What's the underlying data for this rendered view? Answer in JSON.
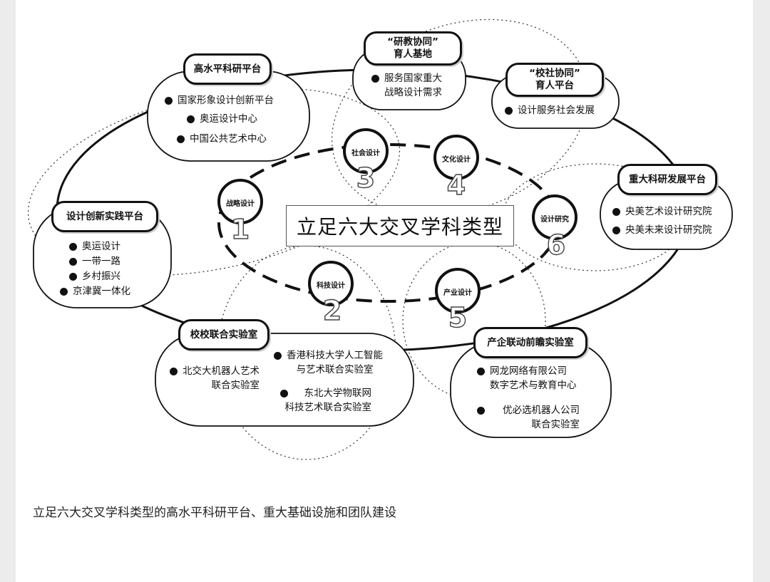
{
  "center_title": "立足六大交叉学科类型",
  "caption": "立足六大交叉学科类型的高水平科研平台、重大基础设施和团队建设",
  "disciplines": [
    {
      "number": "1",
      "label": "战略设计"
    },
    {
      "number": "2",
      "label": "科技设计"
    },
    {
      "number": "3",
      "label": "社会设计"
    },
    {
      "number": "4",
      "label": "文化设计"
    },
    {
      "number": "5",
      "label": "产业设计"
    },
    {
      "number": "6",
      "label": "设计研究"
    }
  ],
  "platforms": {
    "high_level": {
      "title": "高水平科研平台",
      "items": [
        "国家形象设计创新平台",
        "奥运设计中心",
        "中国公共艺术中心"
      ]
    },
    "research_teaching": {
      "title_line1": "“研教协同”",
      "title_line2": "育人基地",
      "items": [
        {
          "line1": "服务国家重大",
          "line2": "战略设计需求"
        }
      ]
    },
    "school_society": {
      "title_line1": "“校社协同”",
      "title_line2": "育人平台",
      "items": [
        "设计服务社会发展"
      ]
    },
    "major_research": {
      "title": "重大科研发展平台",
      "items": [
        "央美艺术设计研究院",
        "央美未来设计研究院"
      ]
    },
    "design_practice": {
      "title": "设计创新实践平台",
      "items": [
        "奥运设计",
        "一带一路",
        "乡村振兴",
        "京津冀一体化"
      ]
    },
    "joint_lab": {
      "title": "校校联合实验室",
      "items": [
        {
          "line1": "香港科技大学人工智能",
          "line2": "与艺术联合实验室"
        },
        {
          "line1": "北交大机器人艺术",
          "line2": "联合实验室"
        },
        {
          "line1": "东北大学物联网",
          "line2": "科技艺术联合实验室"
        }
      ]
    },
    "industry_lab": {
      "title": "产企联动前瞻实验室",
      "items": [
        {
          "line1": "网龙网络有限公司",
          "line2": "数字艺术与教育中心"
        },
        {
          "line1": "优必选机器人公司",
          "line2": "联合实验室"
        }
      ]
    }
  }
}
